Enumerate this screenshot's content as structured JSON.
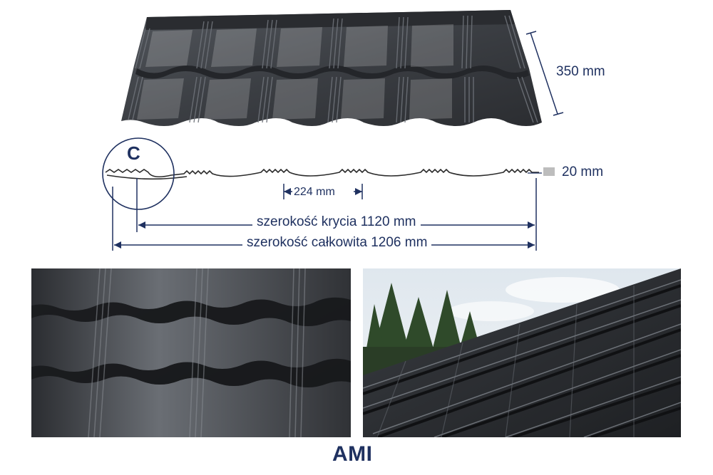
{
  "dimensions": {
    "height_label": "350 mm",
    "profile_depth_label": "20 mm",
    "wave_pitch_label": "224 mm",
    "cover_width_label": "szerokość krycia 1120 mm",
    "total_width_label": "szerokość całkowita 1206 mm"
  },
  "detail_marker": "C",
  "product_name": "AMI",
  "colors": {
    "dimension_lines": "#1f3160",
    "sheet_dark": "#3a3d42",
    "sheet_light": "#5f636a",
    "profile_line": "#2b2b2b",
    "depth_marker": "#bdbdbd"
  },
  "images": {
    "sheet_render": "roof-tile-sheet-render",
    "closeup_photo": "roof-tile-closeup-photo",
    "roof_photo": "roof-installed-photo"
  }
}
